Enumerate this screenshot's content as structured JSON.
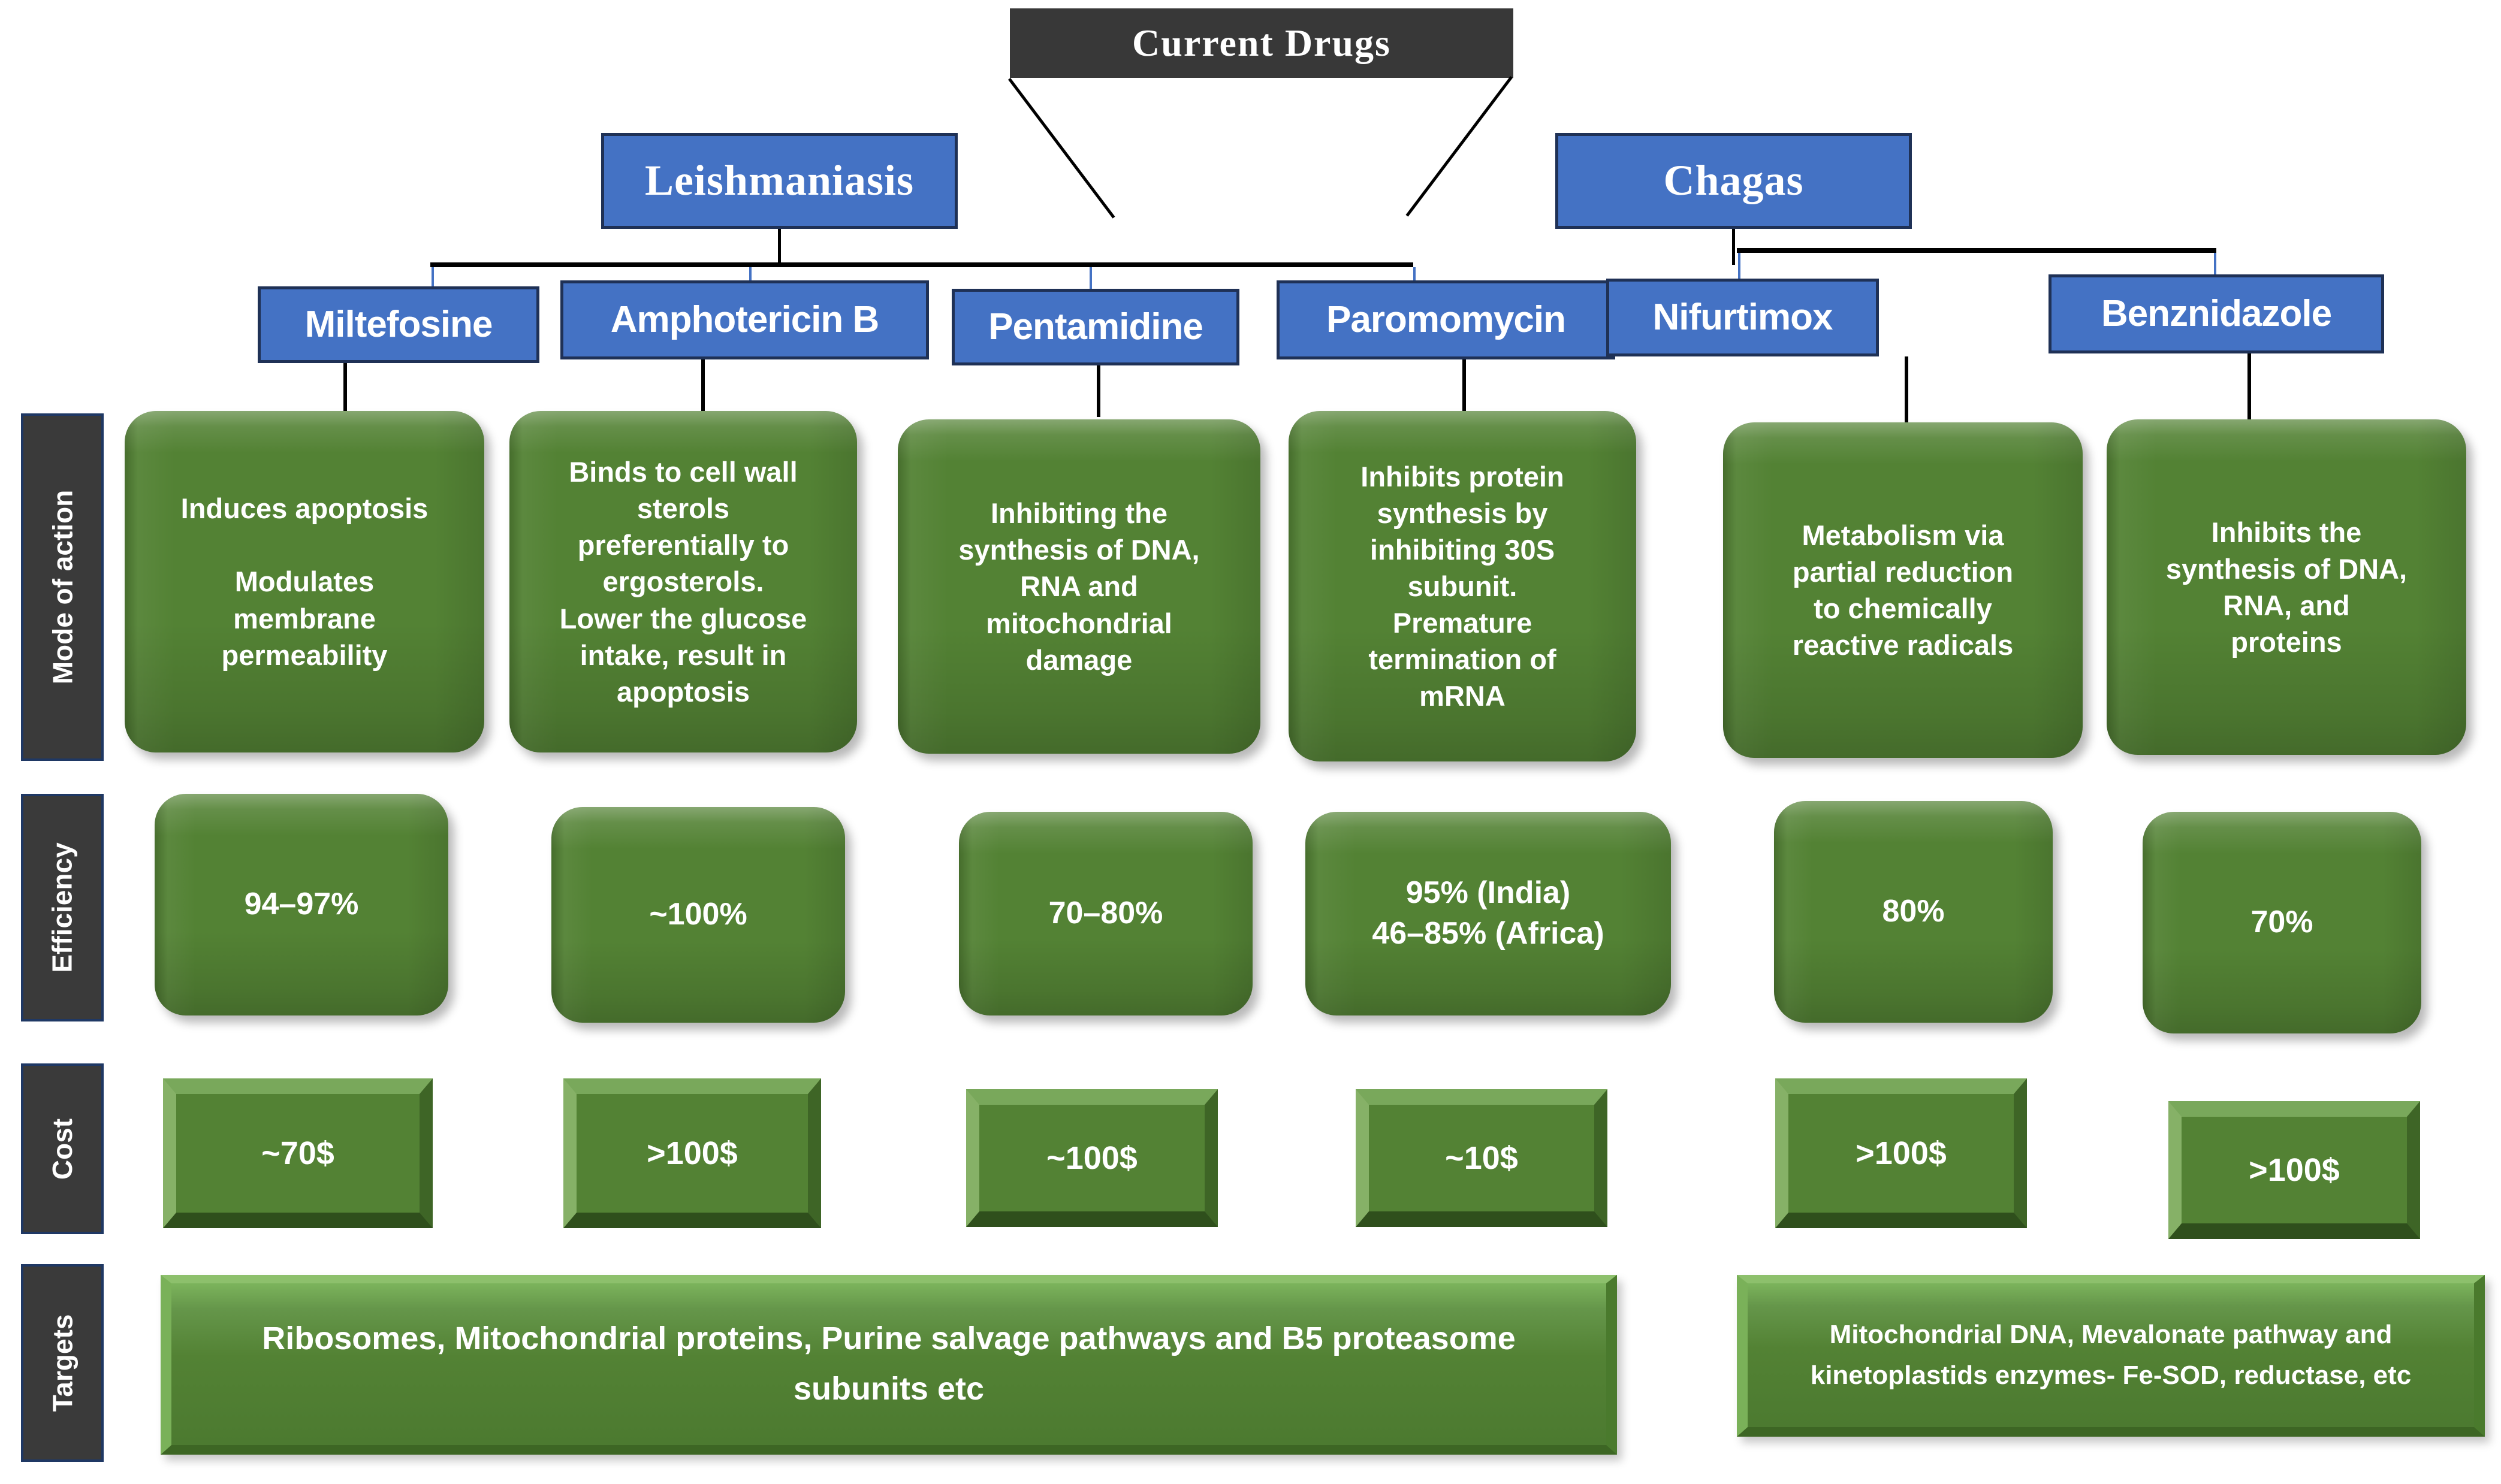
{
  "title": {
    "label": "Current  Drugs"
  },
  "diseases": [
    {
      "label": "Leishmaniasis"
    },
    {
      "label": "Chagas"
    }
  ],
  "drugs": [
    {
      "label": "Miltefosine"
    },
    {
      "label": "Amphotericin B"
    },
    {
      "label": "Pentamidine"
    },
    {
      "label": "Paromomycin"
    },
    {
      "label": "Nifurtimox"
    },
    {
      "label": "Benznidazole"
    }
  ],
  "row_labels": [
    {
      "label": "Mode of action"
    },
    {
      "label": "Efficiency"
    },
    {
      "label": "Cost"
    },
    {
      "label": "Targets"
    }
  ],
  "mode_of_action": [
    "Induces apoptosis\n\nModulates\nmembrane\npermeability",
    "Binds to cell wall\nsterols\npreferentially to\nergosterols.\nLower the glucose\nintake, result in\napoptosis",
    "Inhibiting the\nsynthesis of DNA,\nRNA and\nmitochondrial\ndamage",
    "Inhibits protein\nsynthesis by\ninhibiting 30S\nsubunit.\nPremature\ntermination of\nmRNA",
    "Metabolism via\npartial reduction\nto chemically\nreactive radicals",
    "Inhibits the\nsynthesis of DNA,\nRNA, and\nproteins"
  ],
  "efficiency": [
    "94–97%",
    "~100%",
    "70–80%",
    "95% (India)\n46–85% (Africa)",
    "80%",
    "70%"
  ],
  "cost": [
    "~70$",
    ">100$",
    "~100$",
    "~10$",
    ">100$",
    ">100$"
  ],
  "targets": [
    "Ribosomes,  Mitochondrial  proteins,  Purine  salvage pathways  and  B5 proteasome  subunits  etc",
    "Mitochondrial  DNA, Mevalonate pathway and kinetoplastids  enzymes- Fe-SOD, reductase, etc"
  ],
  "colors": {
    "title_bg": "#383838",
    "node_blue": "#4472C4",
    "node_blue_border": "#1F3156",
    "green": "#538234",
    "row_label_bg": "#3A3A3A",
    "row_label_border": "#1F3864",
    "connector": "#000000",
    "arrow": "#4472C4"
  }
}
